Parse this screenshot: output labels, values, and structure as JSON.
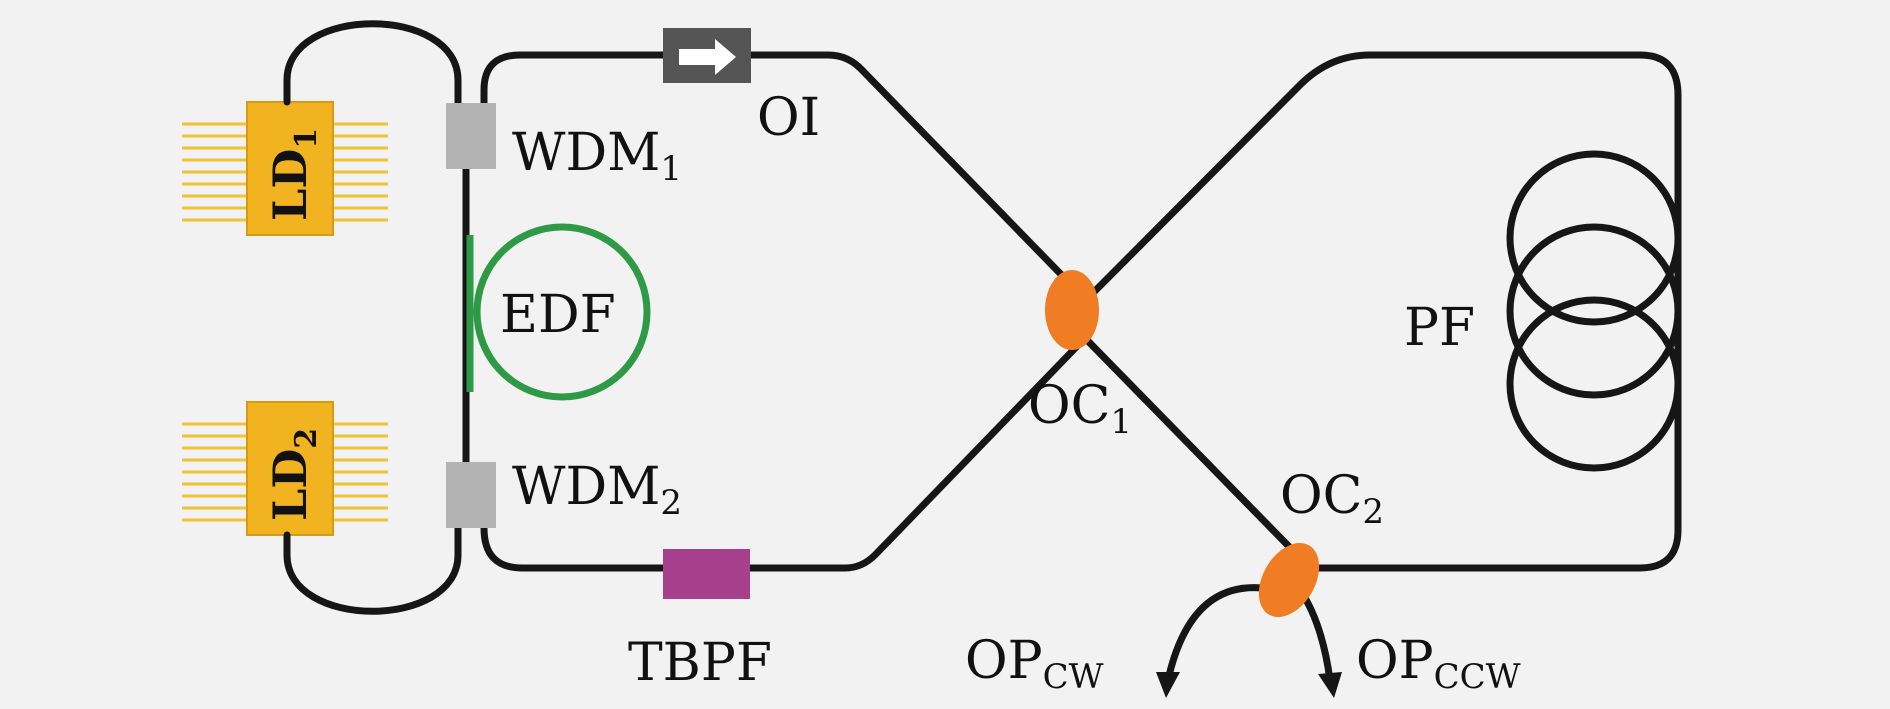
{
  "labels": {
    "ld1": {
      "main": "LD",
      "sub": "1"
    },
    "ld2": {
      "main": "LD",
      "sub": "2"
    },
    "wdm1": {
      "main": "WDM",
      "sub": "1"
    },
    "wdm2": {
      "main": "WDM",
      "sub": "2"
    },
    "oi": "OI",
    "edf": "EDF",
    "oc1": {
      "main": "OC",
      "sub": "1"
    },
    "oc2": {
      "main": "OC",
      "sub": "2"
    },
    "tbpf": "TBPF",
    "pf": "PF",
    "op_cw": {
      "main": "OP",
      "sub": "CW"
    },
    "op_ccw": {
      "main": "OP",
      "sub": "CCW"
    }
  },
  "colors": {
    "background": "#f2f2f2",
    "fiber": "#161616",
    "laser_diode": "#f2b321",
    "laser_pins": "#f2c33a",
    "wdm": "#b3b3b3",
    "isolator": "#555555",
    "edf": "#2e9a45",
    "coupler": "#f07c24",
    "tbpf": "#a6408c"
  }
}
